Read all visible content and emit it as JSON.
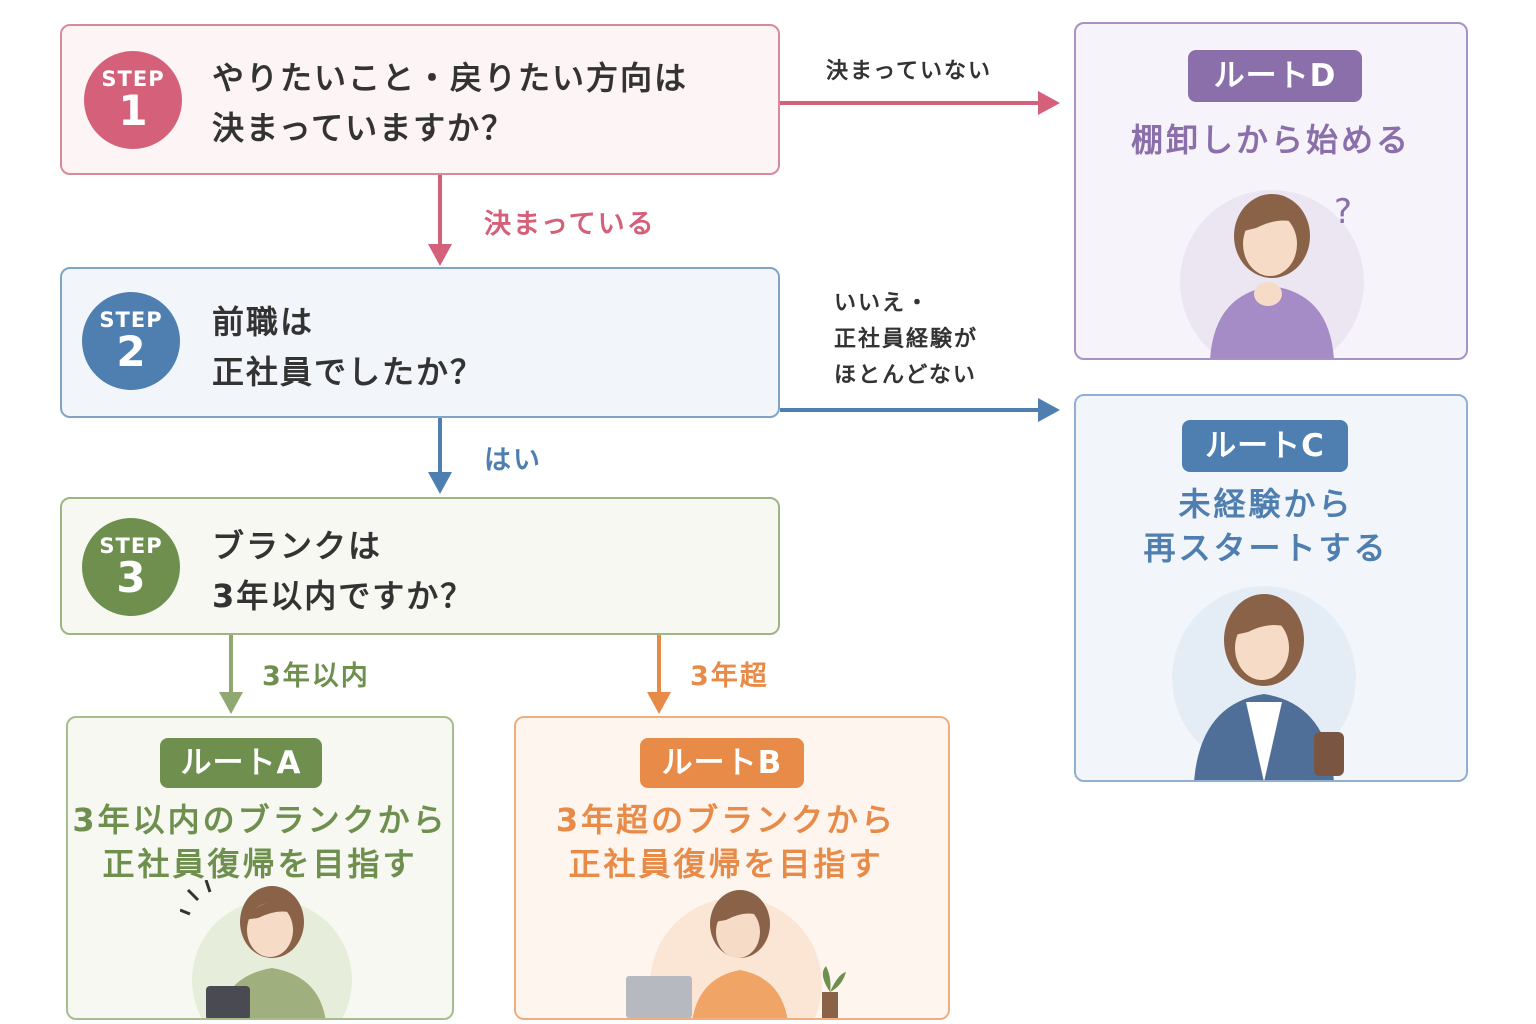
{
  "colors": {
    "step1": "#d4607a",
    "step2": "#4f7fb0",
    "step3": "#6e8f4e",
    "routeA": "#6e8f4e",
    "routeB": "#e88a48",
    "routeC": "#4f7fb0",
    "routeD": "#8a6faa"
  },
  "steps": [
    {
      "label": "STEP",
      "number": "1",
      "question_line1": "やりたいこと・戻りたい方向は",
      "question_line2": "決まっていますか？"
    },
    {
      "label": "STEP",
      "number": "2",
      "question_line1": "前職は",
      "question_line2": "正社員でしたか？"
    },
    {
      "label": "STEP",
      "number": "3",
      "question_line1": "ブランクは",
      "question_line2": "3年以内ですか？"
    }
  ],
  "edges": {
    "step1_no": "決まっていない",
    "step1_yes": "決まっている",
    "step2_no_line1": "いいえ・",
    "step2_no_line2": "正社員経験が",
    "step2_no_line3": "ほとんどない",
    "step2_yes": "はい",
    "step3_within": "3年以内",
    "step3_over": "3年超"
  },
  "routes": {
    "D": {
      "badge": "ルートD",
      "line1": "棚卸しから始める",
      "question_mark": "?"
    },
    "C": {
      "badge": "ルートC",
      "line1": "未経験から",
      "line2": "再スタートする"
    },
    "A": {
      "badge": "ルートA",
      "line1": "3年以内のブランクから",
      "line2": "正社員復帰を目指す"
    },
    "B": {
      "badge": "ルートB",
      "line1": "3年超のブランクから",
      "line2": "正社員復帰を目指す"
    }
  }
}
